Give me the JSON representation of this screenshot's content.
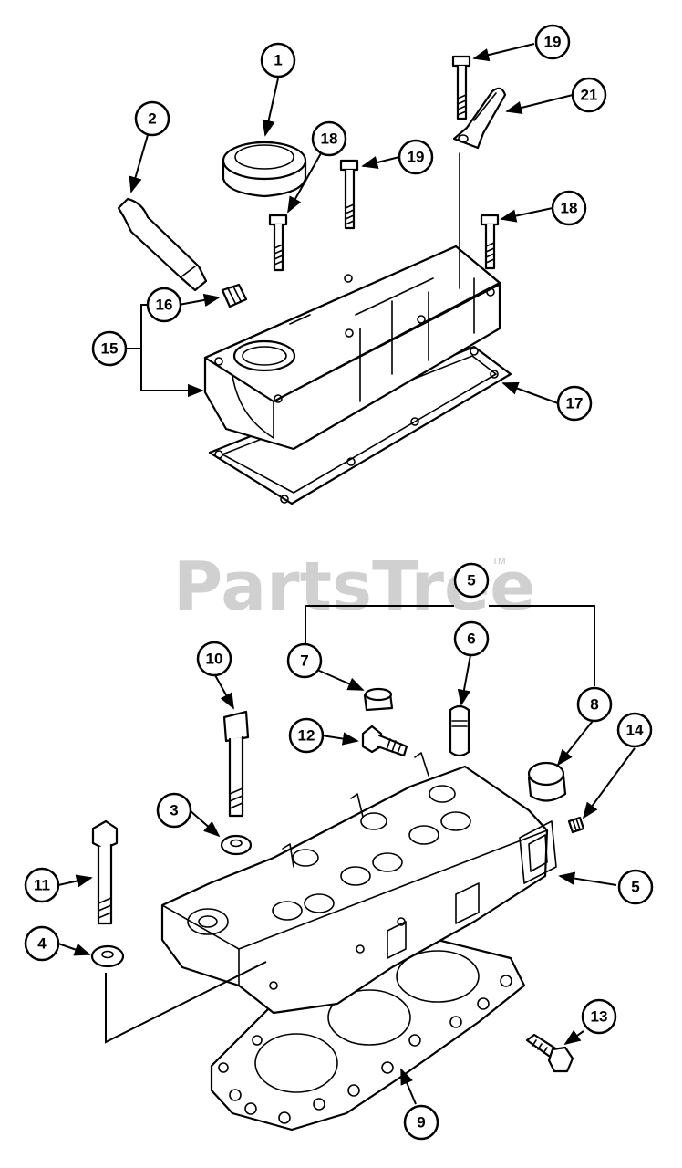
{
  "watermark": {
    "text": "PartsTree",
    "trademark": "TM"
  },
  "callouts": {
    "c1": "1",
    "c2": "2",
    "c3": "3",
    "c4": "4",
    "c5_top": "5",
    "c5_right": "5",
    "c6": "6",
    "c7": "7",
    "c8": "8",
    "c9": "9",
    "c10": "10",
    "c11": "11",
    "c12": "12",
    "c13": "13",
    "c14": "14",
    "c15": "15",
    "c16": "16",
    "c17": "17",
    "c18_left": "18",
    "c18_right": "18",
    "c19_top": "19",
    "c19_mid": "19",
    "c21": "21"
  }
}
